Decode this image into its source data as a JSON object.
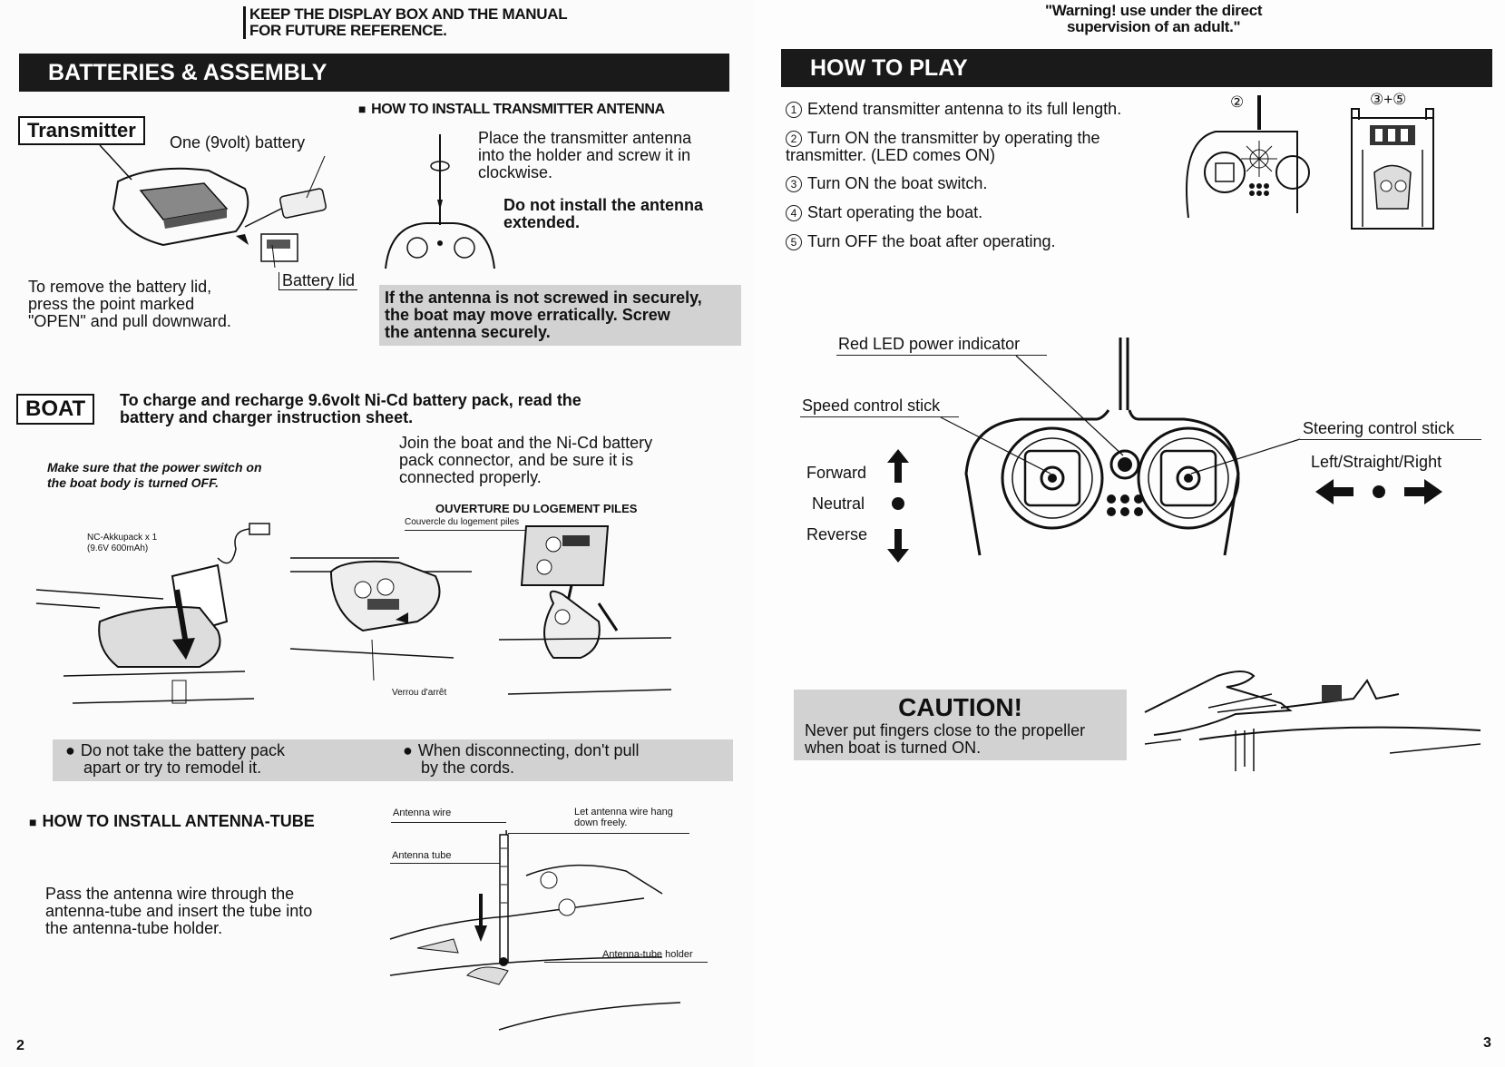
{
  "left_page": {
    "header_note": [
      "KEEP THE DISPLAY BOX AND THE MANUAL",
      "FOR FUTURE REFERENCE."
    ],
    "section_title": "BATTERIES & ASSEMBLY",
    "transmitter": {
      "label": "Transmitter",
      "battery_callout": "One (9volt) battery",
      "battery_lid_callout": "Battery lid",
      "remove_lid_text": [
        "To remove the battery lid,",
        "press the point marked",
        "\"OPEN\" and pull downward."
      ]
    },
    "antenna_install": {
      "heading": "HOW TO INSTALL TRANSMITTER ANTENNA",
      "instruction": [
        "Place the transmitter antenna",
        "into the holder and screw it in",
        "clockwise."
      ],
      "warning": [
        "Do not install the antenna",
        "extended."
      ],
      "note": [
        "If the antenna is not screwed in securely,",
        "the boat may move erratically.  Screw",
        "the antenna securely."
      ]
    },
    "boat": {
      "label": "BOAT",
      "charge_note": [
        "To charge and recharge 9.6volt Ni-Cd battery pack, read the",
        "battery and charger instruction  sheet."
      ],
      "power_switch_note": [
        "Make sure that the power switch on",
        "the boat body is turned OFF."
      ],
      "join_text": [
        "Join the boat and the Ni-Cd battery",
        "pack connector, and be sure it is",
        "connected properly."
      ],
      "battery_spec": [
        "NC-Akkupack x 1",
        "(9.6V 600mAh)"
      ],
      "french_heading": "OUVERTURE DU LOGEMENT PILES",
      "french_lid": "Couvercle du logement piles",
      "french_lock": "Verrou d'arrêt",
      "bullet_left": [
        "Do not take the battery pack",
        "apart or try to remodel it."
      ],
      "bullet_right": [
        "When disconnecting, don't pull",
        "by the cords."
      ]
    },
    "antenna_tube": {
      "heading": "HOW TO INSTALL ANTENNA-TUBE",
      "instruction": [
        "Pass the antenna wire through the",
        "antenna-tube and insert the tube into",
        "the antenna-tube holder."
      ],
      "label_wire": "Antenna wire",
      "label_hang": [
        "Let antenna wire hang",
        "down freely."
      ],
      "label_tube": "Antenna tube",
      "label_holder": "Antenna-tube holder"
    },
    "page_number": "2"
  },
  "right_page": {
    "warning": [
      "\"Warning!  use under the direct",
      "supervision of an adult.\""
    ],
    "section_title": "HOW TO PLAY",
    "steps": [
      {
        "num": "1",
        "text": "Extend transmitter antenna to its full length."
      },
      {
        "num": "2",
        "text": "Turn ON the transmitter  by operating the transmitter. (LED comes ON)"
      },
      {
        "num": "3",
        "text": "Turn ON the boat switch."
      },
      {
        "num": "4",
        "text": "Start operating the boat."
      },
      {
        "num": "5",
        "text": "Turn OFF the boat after operating."
      }
    ],
    "fig_label_2": "②",
    "fig_label_35": "③+⑤",
    "transmitter_labels": {
      "led": "Red LED power indicator",
      "speed": "Speed control stick",
      "steering": "Steering control stick",
      "lr": "Left/Straight/Right",
      "forward": "Forward",
      "neutral": "Neutral",
      "reverse": "Reverse"
    },
    "caution": {
      "title": "CAUTION!",
      "text": [
        "Never put fingers close to the propeller",
        "when boat is turned ON."
      ]
    },
    "page_number": "3"
  }
}
